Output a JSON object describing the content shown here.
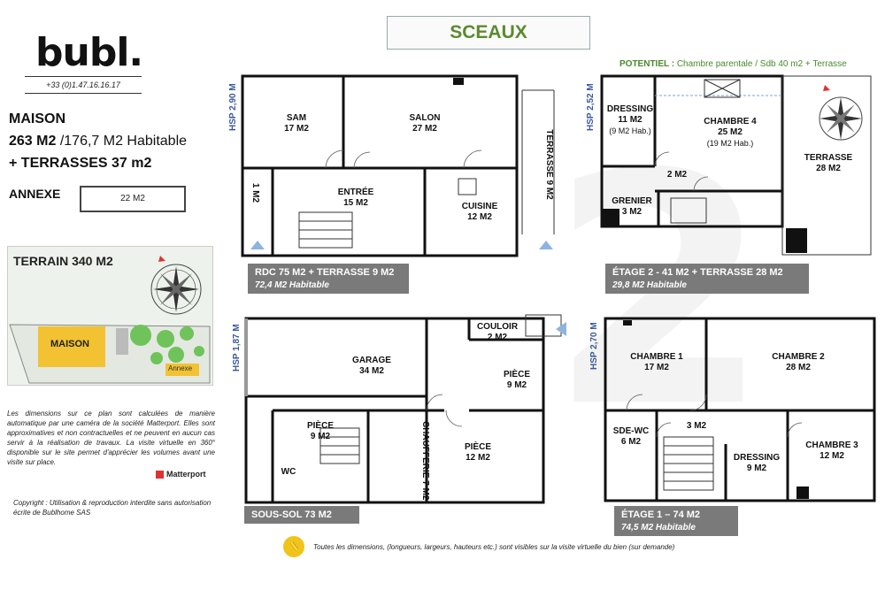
{
  "brand": {
    "name": "bubl.",
    "phone": "+33 (0)1.47.16.16.17"
  },
  "title": "SCEAUX",
  "potentiel": {
    "label": "POTENTIEL :",
    "text": "Chambre parentale / Sdb 40 m2 + Terrasse"
  },
  "summary": {
    "maison": "MAISON",
    "surface_bold": "263 M2",
    "surface_rest": "/176,7 M2 Habitable",
    "terrasses": "+ TERRASSES 37 m2",
    "annexe": "ANNEXE",
    "annexe_area": "22 M2",
    "terrain": "TERRAIN 340 M2",
    "terrain_maison": "MAISON",
    "terrain_annexe": "Annexe"
  },
  "disclaimer": "Les dimensions sur ce plan sont calculées de manière automatique par une caméra de la société Matterport. Elles sont approximatives et non contractuelles et ne peuvent en aucun cas servir à la réalisation de travaux. La visite virtuelle en 360° disponible sur le site permet d'apprécier les volumes avant une visite sur place.",
  "matterport": "Matterport",
  "copyright": "Copyright : Utilisation & reproduction interdite sans autorisation écrite de Bublhome SAS",
  "footer": "Toutes les dimensions, (longueurs, largeurs, hauteurs etc.) sont visibles sur la visite virtuelle du bien (sur demande)",
  "plans": {
    "rdc": {
      "hsp": "HSP 2,90 M",
      "label1": "RDC 75 M2  + TERRASSE 9 M2",
      "label2": "72,4 M2 Habitable",
      "rooms": {
        "sam": [
          "SAM",
          "17 M2"
        ],
        "salon": [
          "SALON",
          "27 M2"
        ],
        "entree": [
          "ENTRÉE",
          "15 M2"
        ],
        "cuisine": [
          "CUISINE",
          "12 M2"
        ],
        "wc": "1 M2",
        "terrasse": [
          "TERRASSE",
          "9 M2"
        ]
      }
    },
    "etage2": {
      "hsp": "HSP 2,52 M",
      "label1": "ÉTAGE 2 - 41 M2  + TERRASSE 28 M2",
      "label2": "29,8 M2 Habitable",
      "rooms": {
        "dressing": [
          "DRESSING",
          "11 M2",
          "(9 M2 Hab.)"
        ],
        "chambre4": [
          "CHAMBRE 4",
          "25 M2",
          "(19 M2 Hab.)"
        ],
        "terrasse": [
          "TERRASSE",
          "28 M2"
        ],
        "palier": "2 M2",
        "grenier": [
          "GRENIER",
          "3 M2"
        ]
      }
    },
    "sous_sol": {
      "hsp": "HSP 1,87 M",
      "label1": "SOUS-SOL 73 M2",
      "rooms": {
        "garage": [
          "GARAGE",
          "34 M2"
        ],
        "couloir": [
          "COULOIR",
          "2 M2"
        ],
        "piece1": [
          "PIÈCE",
          "9 M2"
        ],
        "piece2": [
          "PIÈCE",
          "9 M2"
        ],
        "piece3": [
          "PIÈCE",
          "12 M2"
        ],
        "chaufferie": [
          "CHAUFFERIE",
          "7 M2"
        ],
        "wc": "WC"
      }
    },
    "etage1": {
      "hsp": "HSP 2,70 M",
      "label1": "ÉTAGE 1 – 74 M2",
      "label2": "74,5 M2 Habitable",
      "rooms": {
        "chambre1": [
          "CHAMBRE 1",
          "17 M2"
        ],
        "chambre2": [
          "CHAMBRE 2",
          "28 M2"
        ],
        "sdewc": [
          "SDE-WC",
          "6 M2"
        ],
        "palier": "3 M2",
        "dressing": [
          "DRESSING",
          "9 M2"
        ],
        "chambre3": [
          "CHAMBRE 3",
          "12 M2"
        ]
      }
    }
  },
  "colors": {
    "accent_green": "#5b8a2f",
    "label_grey": "#7a7a7a",
    "hsp_blue": "#3a5a9a",
    "maison_yellow": "#f2c232",
    "arrow_blue": "#8fb3e0"
  }
}
